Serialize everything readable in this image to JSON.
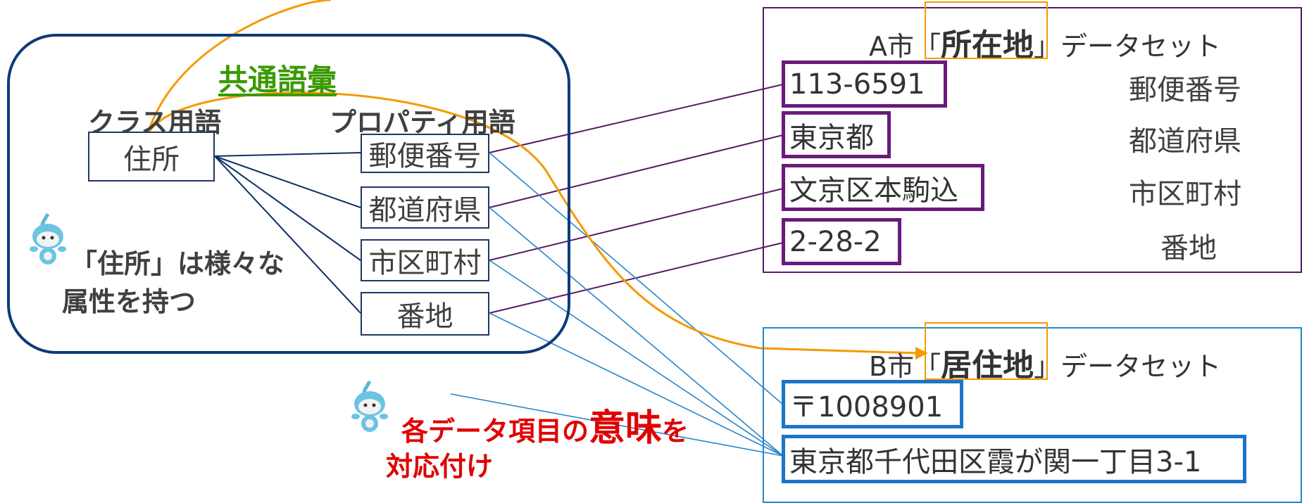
{
  "vocabulary": {
    "title": "共通語彙",
    "class_header": "クラス用語",
    "property_header": "プロパティ用語",
    "class_term": "住所",
    "property_terms": [
      "郵便番号",
      "都道府県",
      "市区町村",
      "番地"
    ],
    "note_line1": "「住所」は様々な",
    "note_line2": "属性を持つ"
  },
  "dataset_a": {
    "title_prefix": "A市「",
    "title_keyword": "所在地",
    "title_suffix": "」データセット",
    "values": [
      "113-6591",
      "東京都",
      "文京区本駒込",
      "2-28-2"
    ],
    "labels": [
      "郵便番号",
      "都道府県",
      "市区町村",
      "番地"
    ]
  },
  "dataset_b": {
    "title_prefix": "B市「",
    "title_keyword": "居住地",
    "title_suffix": "」データセット",
    "values": [
      "〒1008901",
      "東京都千代田区霞が関一丁目3-1"
    ]
  },
  "mapping_note": {
    "pre": "各データ項目の",
    "emphasis": "意味",
    "post": "を",
    "line2": "対応付け"
  },
  "colors": {
    "panel_border": "#0c3b7a",
    "title_green": "#3a9a00",
    "dataset_a": "#6a1a7a",
    "dataset_b": "#1b75c8",
    "highlight_orange": "#f59a00",
    "emphasis_red": "#e00000"
  },
  "icons": [
    "mascot-icon"
  ]
}
